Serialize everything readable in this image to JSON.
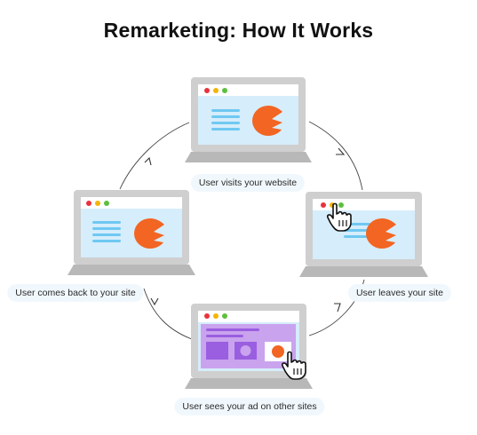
{
  "title": "Remarketing: How It Works",
  "steps": [
    {
      "label": "User visits your website"
    },
    {
      "label": "User leaves your site"
    },
    {
      "label": "User sees your ad on other sites"
    },
    {
      "label": "User comes back to your site"
    }
  ],
  "colors": {
    "laptop_body": "#cfcfcf",
    "laptop_base": "#b8b8b8",
    "screen_bg": "#d6edfb",
    "text_lines": "#6fc8f2",
    "logo": "#f26522",
    "ad_bg": "#c9a3ee",
    "ad_blocks": "#9a5ee0",
    "dot_red": "#e8323c",
    "dot_yellow": "#f5b400",
    "dot_green": "#5cbf3e",
    "label_bg": "#f1f8fd"
  },
  "icons": [
    "cursor-hand-icon",
    "brand-logo-icon",
    "arrow-icon"
  ]
}
